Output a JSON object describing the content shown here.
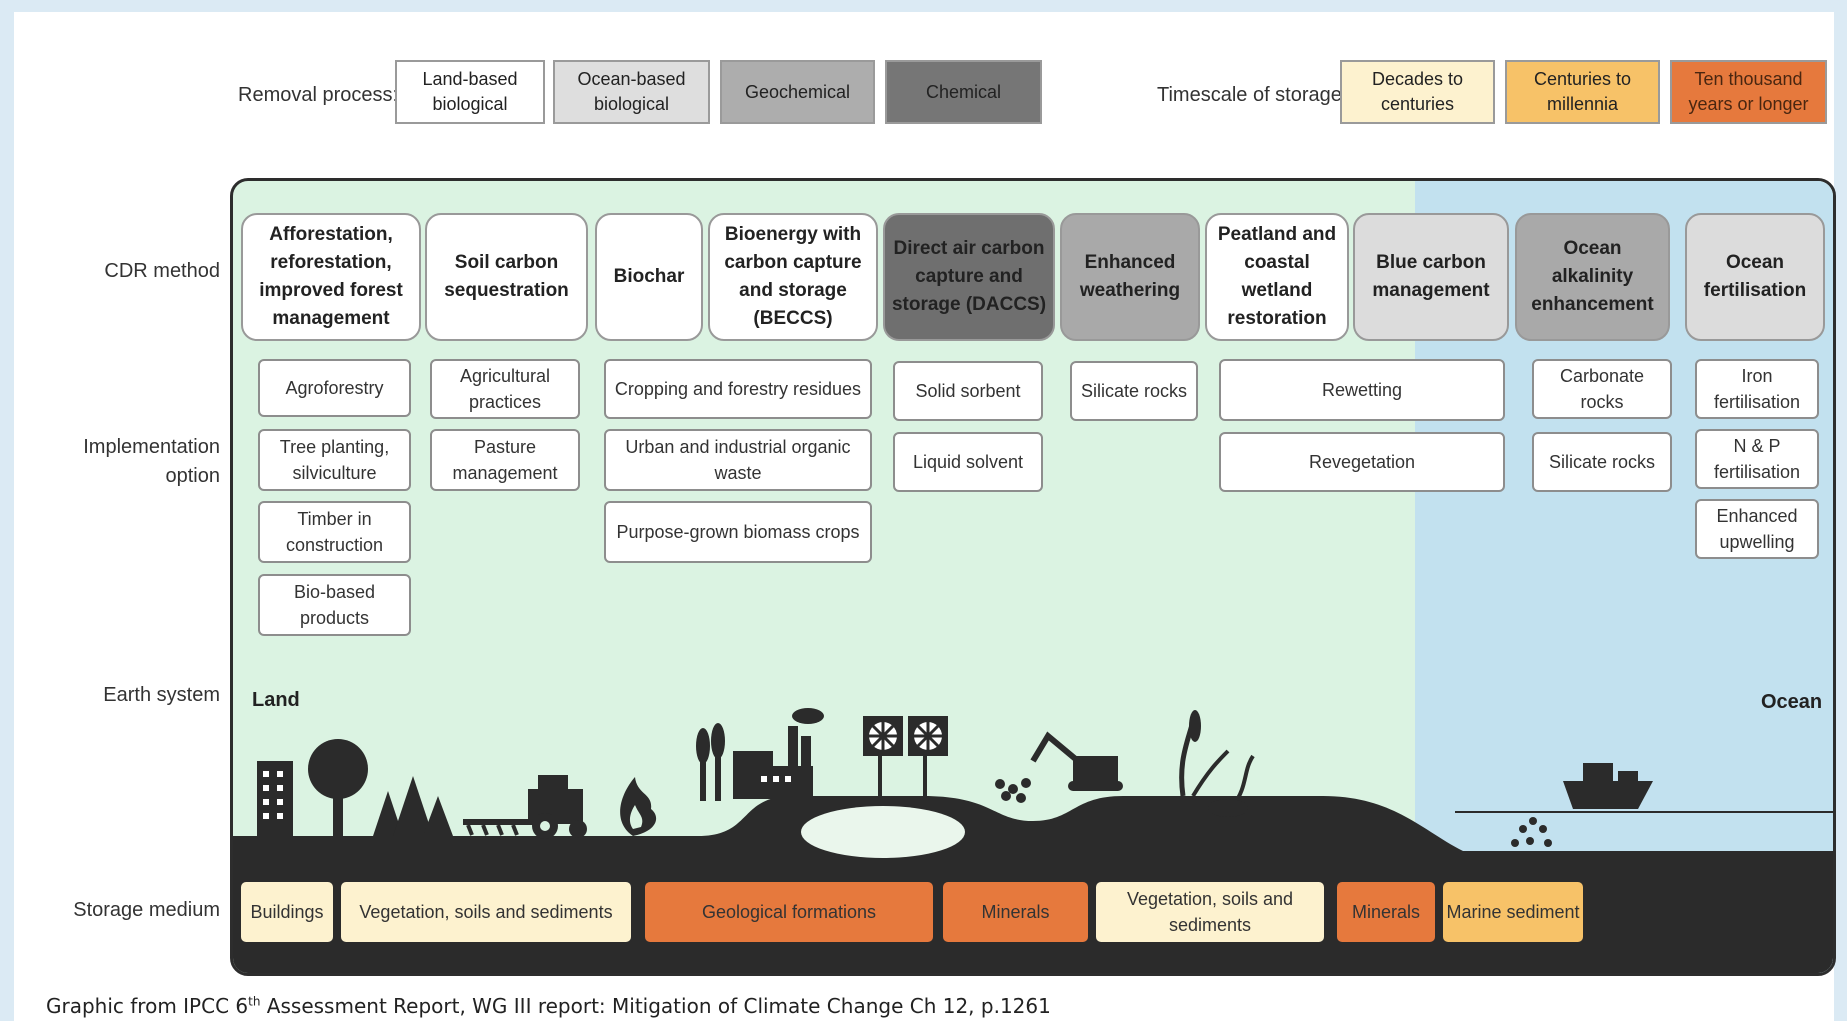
{
  "legend": {
    "removal_label": "Removal process:",
    "removal_items": [
      "Land-based biological",
      "Ocean-based biological",
      "Geochemical",
      "Chemical"
    ],
    "timescale_label": "Timescale of storage:",
    "timescale_items": [
      "Decades to centuries",
      "Centuries to millennia",
      "Ten thousand years or longer"
    ]
  },
  "row_labels": {
    "cdr": "CDR method",
    "implementation": "Implementation option",
    "earth": "Earth system",
    "storage": "Storage medium"
  },
  "cdr_methods": [
    "Afforestation, reforestation, improved forest management",
    "Soil carbon sequestration",
    "Biochar",
    "Bioenergy with carbon capture and storage (BECCS)",
    "Direct air carbon capture and storage (DACCS)",
    "Enhanced weathering",
    "Peatland and coastal wetland restoration",
    "Blue carbon management",
    "Ocean alkalinity enhancement",
    "Ocean fertilisation"
  ],
  "options": {
    "afforestation": [
      "Agroforestry",
      "Tree planting, silviculture",
      "Timber in construction",
      "Bio-based products"
    ],
    "soil": [
      "Agricultural practices",
      "Pasture management"
    ],
    "bio": [
      "Cropping and forestry residues",
      "Urban and industrial organic waste",
      "Purpose-grown biomass crops"
    ],
    "daccs": [
      "Solid sorbent",
      "Liquid solvent"
    ],
    "weathering": [
      "Silicate rocks"
    ],
    "peatland": [
      "Rewetting",
      "Revegetation"
    ],
    "alkalinity": [
      "Carbonate rocks",
      "Silicate rocks"
    ],
    "fertilisation": [
      "Iron fertilisation",
      "N & P fertilisation",
      "Enhanced upwelling"
    ]
  },
  "earth": {
    "land": "Land",
    "ocean": "Ocean"
  },
  "storage": [
    "Buildings",
    "Vegetation, soils and sediments",
    "Geological formations",
    "Minerals",
    "Vegetation, soils and sediments",
    "Minerals",
    "Marine sediment"
  ],
  "caption": {
    "prefix": "Graphic from IPCC 6",
    "sup": "th",
    "suffix": " Assessment Report, WG III report: Mitigation of Climate Change Ch 12, p.1261"
  },
  "colors": {
    "land_bg": "#dbf3e2",
    "ocean_bg": "#c2e1ef",
    "decades": "#fdf2cf",
    "centuries": "#f7c268",
    "ten_thousand": "#e6793d",
    "ground": "#2b2b2b"
  }
}
